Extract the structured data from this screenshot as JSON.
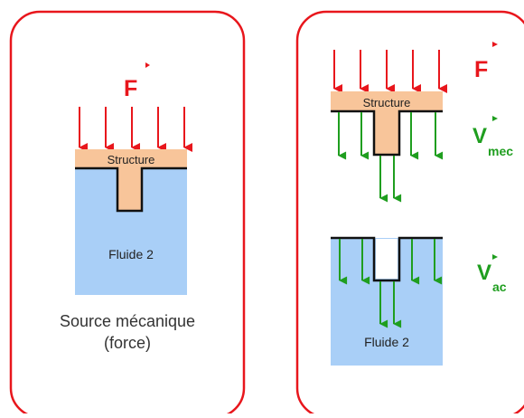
{
  "left_panel": {
    "force_symbol": "F",
    "structure_label": "Structure",
    "fluid_label": "Fluide 2",
    "caption_line1": "Source mécanique",
    "caption_line2": "(force)"
  },
  "right_panel": {
    "force_symbol": "F",
    "structure_label": "Structure",
    "vmec_symbol": "V",
    "vmec_subscript": "mec",
    "vac_symbol": "V",
    "vac_subscript": "ac",
    "fluid_label": "Fluide 2"
  },
  "colors": {
    "panel_border": "#e8161c",
    "force_arrow": "#e8161c",
    "velocity_arrow": "#1f9e1f",
    "structure_fill": "#f8c59a",
    "fluid_fill": "#a9cff7",
    "outline": "#111111"
  }
}
